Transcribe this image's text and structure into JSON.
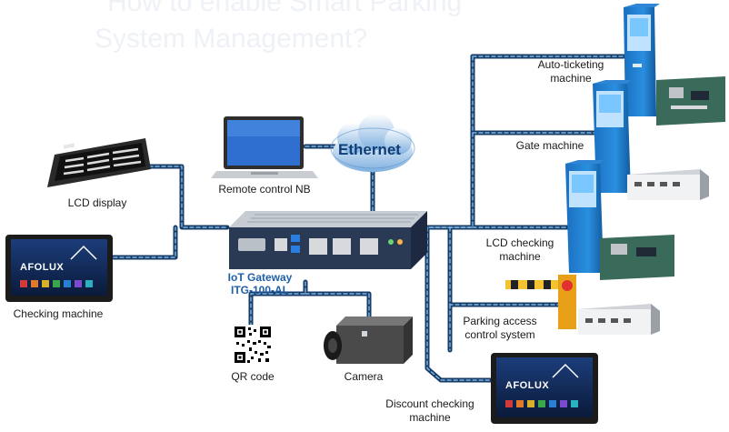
{
  "watermark": {
    "line1": "How to enable Smart Parking",
    "line2": "System Management?"
  },
  "network": {
    "ethernet_label": "Ethernet"
  },
  "gateway": {
    "line1": "IoT Gateway",
    "line2": "ITG-100-AL"
  },
  "devices": {
    "lcd_display": "LCD display",
    "remote_nb": "Remote control NB",
    "checking_machine": "Checking machine",
    "qr_code": "QR code",
    "camera": "Camera",
    "auto_ticketing_line1": "Auto-ticketing",
    "auto_ticketing_line2": "machine",
    "gate_machine": "Gate machine",
    "lcd_checking_line1": "LCD checking",
    "lcd_checking_line2": "machine",
    "parking_access_line1": "Parking access",
    "parking_access_line2": "control system",
    "discount_line1": "Discount checking",
    "discount_line2": "machine"
  },
  "screen_brand": "AFOLUX",
  "colors": {
    "link_dark": "#163b66",
    "link_light": "#7fb2e0",
    "kiosk_blue": "#1f7fd0",
    "gateway_body": "#2a3a55"
  }
}
